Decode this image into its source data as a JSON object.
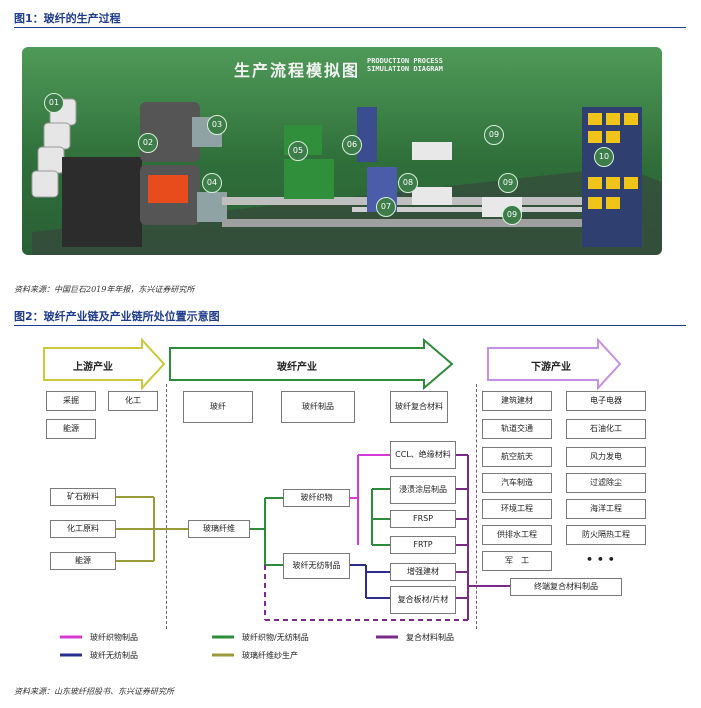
{
  "fig1": {
    "title": "图1：玻纤的生产过程",
    "banner_cn": "生产流程模拟图",
    "banner_en_1": "PRODUCTION PROCESS",
    "banner_en_2": "SIMULATION DIAGRAM",
    "markers": [
      "01",
      "02",
      "03",
      "04",
      "05",
      "06",
      "07",
      "08",
      "09",
      "09",
      "09",
      "10"
    ],
    "source": "资料来源：中国巨石2019年年报，东兴证券研究所"
  },
  "fig2": {
    "title": "图2：玻纤产业链及产业链所处位置示意图",
    "stages": {
      "upstream": "上游产业",
      "midstream": "玻纤产业",
      "downstream": "下游产业"
    },
    "upstream_boxes": [
      "采掘",
      "化工",
      "能源"
    ],
    "mid_top_boxes": [
      "玻纤",
      "玻纤制品",
      "玻纤复合材料"
    ],
    "raw_materials": [
      "矿石粉料",
      "化工原料",
      "能源"
    ],
    "glass_fiber_yarn": "玻璃纤维",
    "fabric": "玻纤织物",
    "nonwoven": "玻纤无纺制品",
    "composites": [
      "CCL、绝缘材料",
      "浸渍涂层制品",
      "FRSP",
      "FRTP",
      "增强建材",
      "复合板材/片材"
    ],
    "downstream_boxes": [
      [
        "建筑建材",
        "电子电器"
      ],
      [
        "轨道交通",
        "石油化工"
      ],
      [
        "航空航天",
        "风力发电"
      ],
      [
        "汽车制造",
        "过滤除尘"
      ],
      [
        "环境工程",
        "海洋工程"
      ],
      [
        "供排水工程",
        "防火隔热工程"
      ]
    ],
    "military": "军　工",
    "ellipsis": "• • •",
    "end_product": "终端复合材料制品",
    "legend": [
      {
        "label": "玻纤织物制品",
        "color": "#d63ad6"
      },
      {
        "label": "玻纤织物/无纺制品",
        "color": "#2e8b3a"
      },
      {
        "label": "复合材料制品",
        "color": "#7a2b8a"
      },
      {
        "label": "玻纤无纺制品",
        "color": "#2a2f8f"
      },
      {
        "label": "玻璃纤维纱生产",
        "color": "#9a9a3a"
      }
    ],
    "source": "资料来源：山东玻纤招股书、东兴证券研究所"
  }
}
